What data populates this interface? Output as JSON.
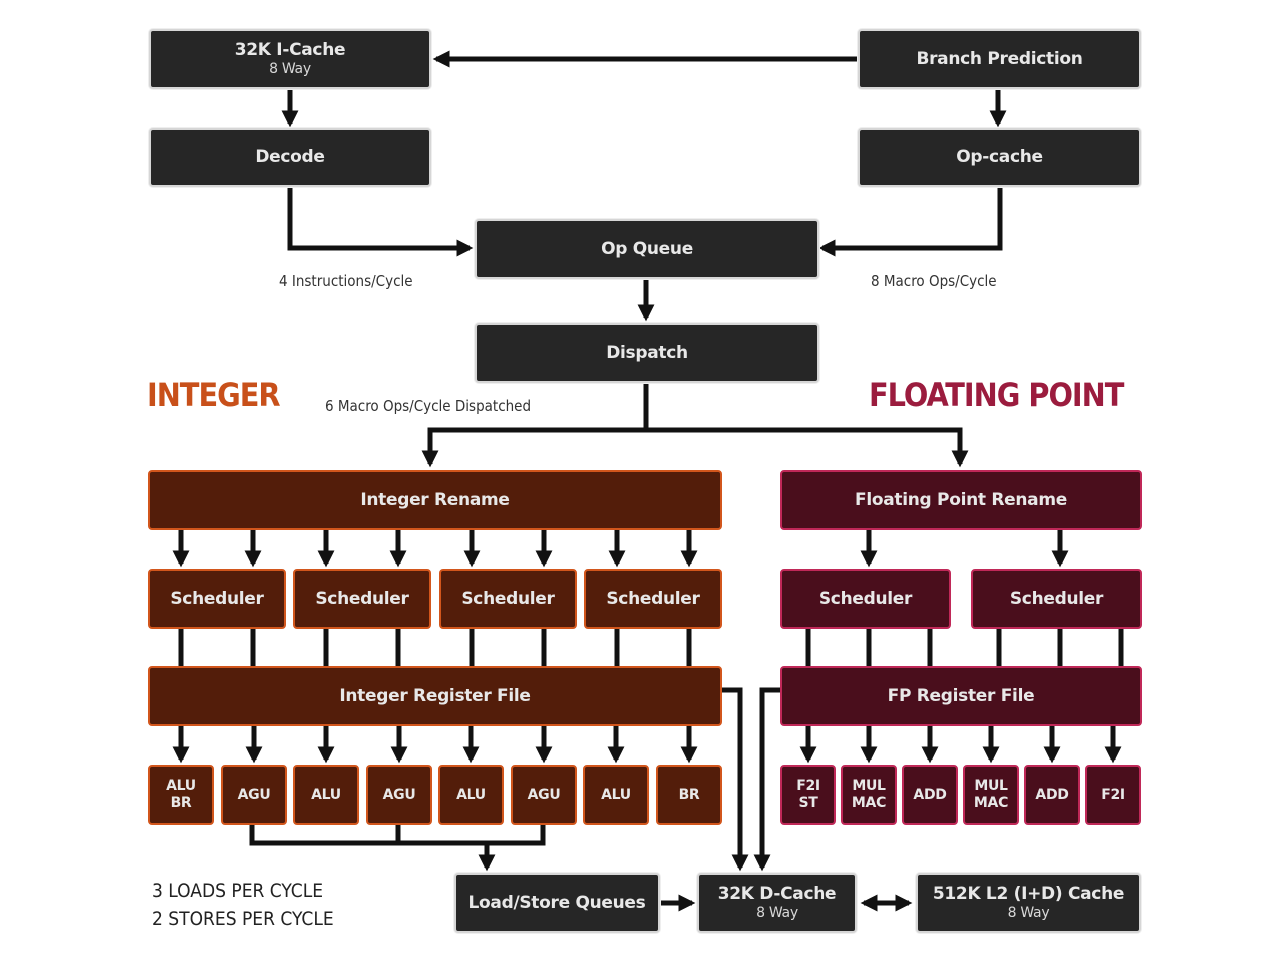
{
  "frontend": {
    "icache": {
      "title": "32K I-Cache",
      "sub": "8 Way"
    },
    "branch_prediction": "Branch Prediction",
    "decode": "Decode",
    "op_cache": "Op-cache",
    "op_queue": "Op Queue",
    "dispatch": "Dispatch",
    "decode_rate": "4 Instructions/Cycle",
    "opcache_rate": "8 Macro Ops/Cycle",
    "dispatch_rate": "6 Macro Ops/Cycle Dispatched"
  },
  "integer": {
    "heading": "INTEGER",
    "heading_color": "#c8501a",
    "rename": "Integer Rename",
    "schedulers": [
      "Scheduler",
      "Scheduler",
      "Scheduler",
      "Scheduler"
    ],
    "register_file": "Integer Register File",
    "units": [
      {
        "line1": "ALU",
        "line2": "BR"
      },
      {
        "line1": "AGU",
        "line2": ""
      },
      {
        "line1": "ALU",
        "line2": ""
      },
      {
        "line1": "AGU",
        "line2": ""
      },
      {
        "line1": "ALU",
        "line2": ""
      },
      {
        "line1": "AGU",
        "line2": ""
      },
      {
        "line1": "ALU",
        "line2": ""
      },
      {
        "line1": "BR",
        "line2": ""
      }
    ]
  },
  "floating_point": {
    "heading": "FLOATING POINT",
    "heading_color": "#9b1c3e",
    "rename": "Floating Point Rename",
    "schedulers": [
      "Scheduler",
      "Scheduler"
    ],
    "register_file": "FP Register File",
    "units": [
      {
        "line1": "F2I",
        "line2": "ST"
      },
      {
        "line1": "MUL",
        "line2": "MAC"
      },
      {
        "line1": "ADD",
        "line2": ""
      },
      {
        "line1": "MUL",
        "line2": "MAC"
      },
      {
        "line1": "ADD",
        "line2": ""
      },
      {
        "line1": "F2I",
        "line2": ""
      }
    ]
  },
  "memory": {
    "load_store": "Load/Store Queues",
    "dcache": {
      "title": "32K D-Cache",
      "sub": "8 Way"
    },
    "l2cache": {
      "title": "512K L2 (I+D) Cache",
      "sub": "8 Way"
    },
    "loads_note": "3 LOADS PER CYCLE",
    "stores_note": "2 STORES PER CYCLE"
  }
}
